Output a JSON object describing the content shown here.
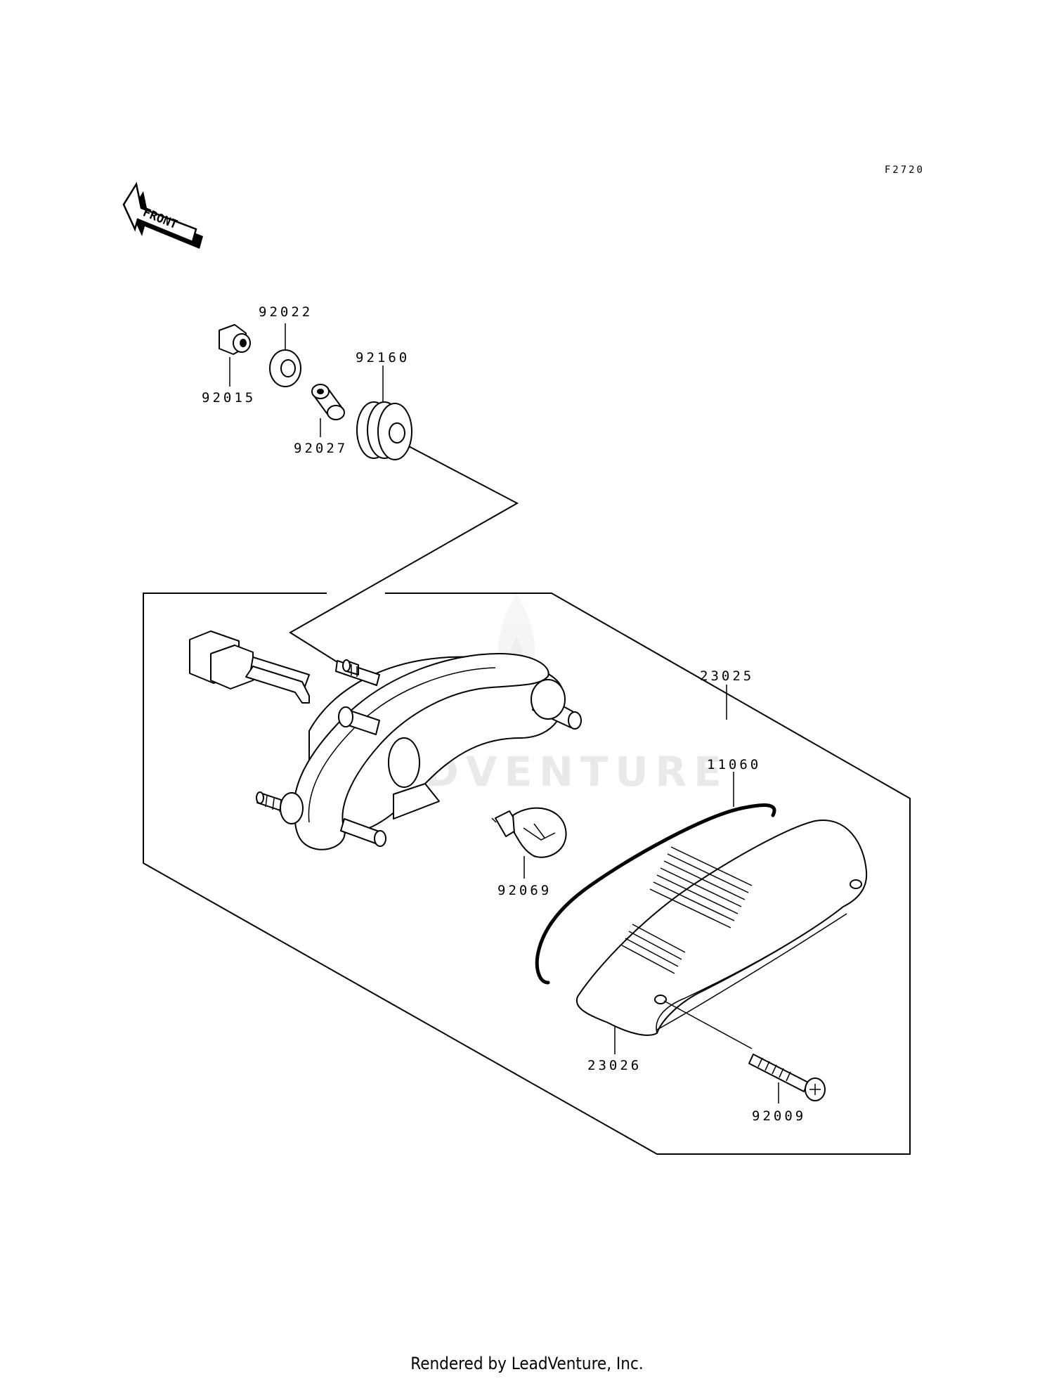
{
  "diagram": {
    "id_code": "F2720",
    "front_arrow_label": "FRONT",
    "watermark_text": "LEADVENTURE",
    "parts": [
      {
        "key": "92022",
        "label": "92022"
      },
      {
        "key": "92015",
        "label": "92015"
      },
      {
        "key": "92160",
        "label": "92160"
      },
      {
        "key": "92027",
        "label": "92027"
      },
      {
        "key": "23025",
        "label": "23025"
      },
      {
        "key": "11060",
        "label": "11060"
      },
      {
        "key": "92069",
        "label": "92069"
      },
      {
        "key": "23026",
        "label": "23026"
      },
      {
        "key": "92009",
        "label": "92009"
      }
    ]
  },
  "footer": {
    "text": "Rendered by LeadVenture, Inc."
  }
}
